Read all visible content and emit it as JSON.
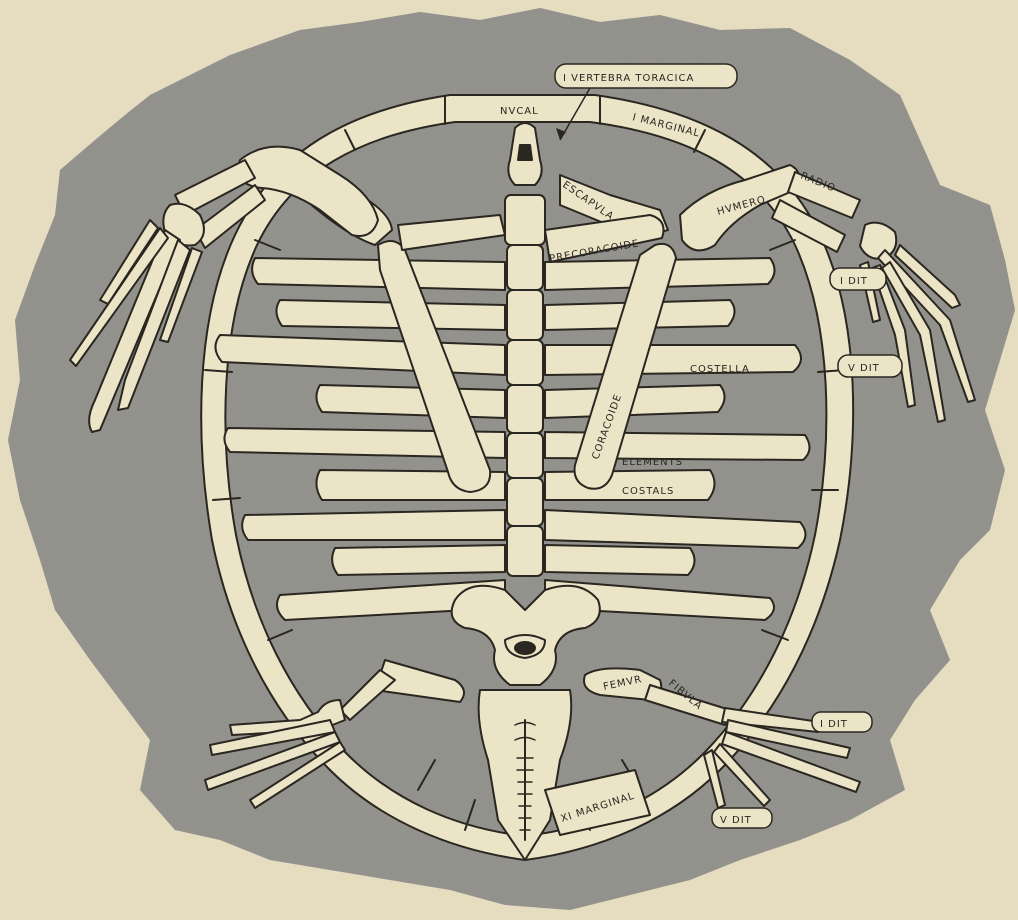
{
  "colors": {
    "paper": "#e6dcc0",
    "shade": "#8f8e89",
    "shade_dark": "#77766f",
    "bone": "#ece4c7",
    "ink": "#2a2620"
  },
  "labels": {
    "vertebra": "I VERTEBRA TORACICA",
    "nucal": "NVCAL",
    "marginal_i": "I MARGINAL",
    "escapula": "ESCAPVLA",
    "precoracoide": "PRECORACOIDE",
    "humero": "HVMERO",
    "radio": "RADIO",
    "idit_front": "I DIT",
    "vdit_front": "V DIT",
    "costella": "COSTELLA",
    "coracoide": "CORACOIDE",
    "elements": "ELEMENTS",
    "costals": "COSTALS",
    "femur": "FEMVR",
    "fibula": "FIBVLA",
    "idit_hind": "I DIT",
    "xi_marginal": "XI MARGINAL",
    "vdit_hind": "V DIT"
  }
}
